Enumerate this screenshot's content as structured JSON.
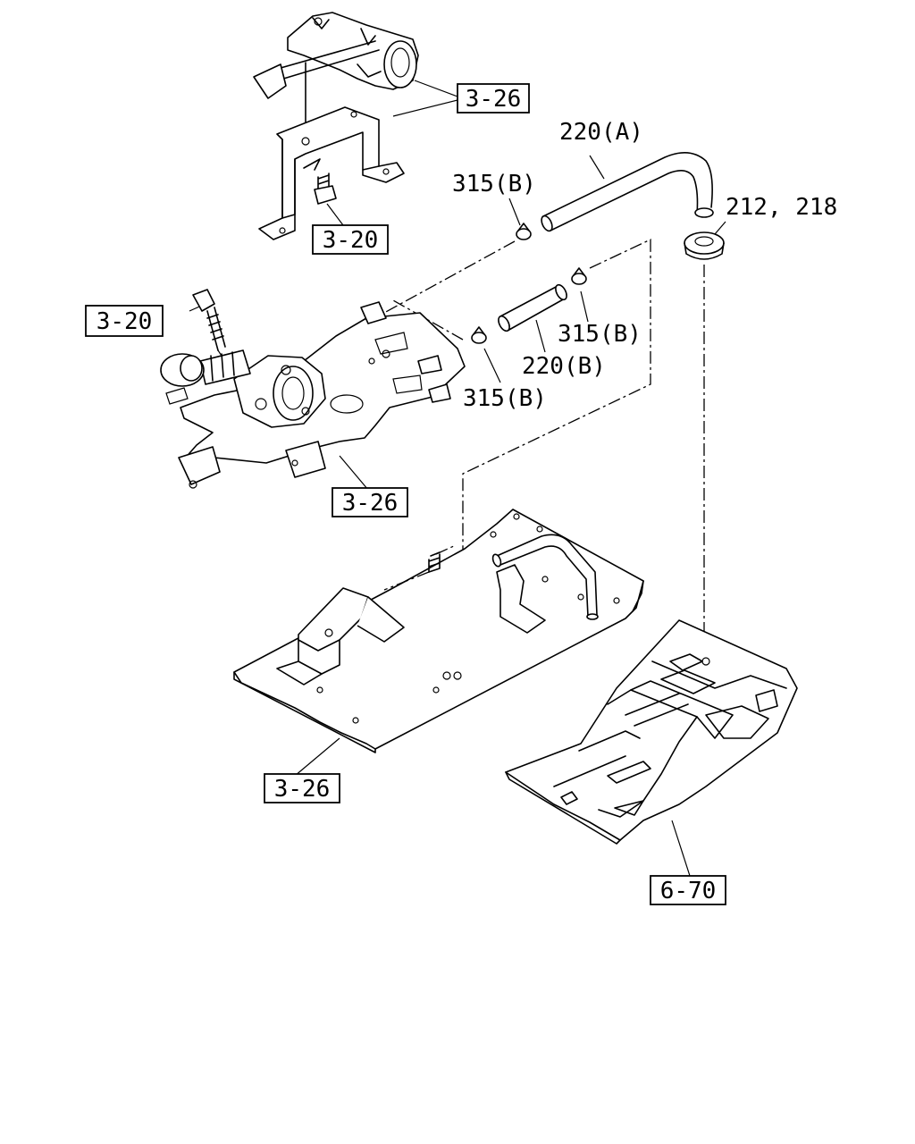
{
  "refs": {
    "top_shift_frame": "3-26",
    "top_bolt": "3-20",
    "left_bolt": "3-20",
    "middle_bracket": "3-26",
    "lower_plate": "3-26",
    "floor_panel": "6-70"
  },
  "parts": {
    "hose_a": "220(A)",
    "hose_b": "220(B)",
    "grommet": "212, 218",
    "clip_top": "315(B)",
    "clip_right": "315(B)",
    "clip_lower": "315(B)"
  }
}
